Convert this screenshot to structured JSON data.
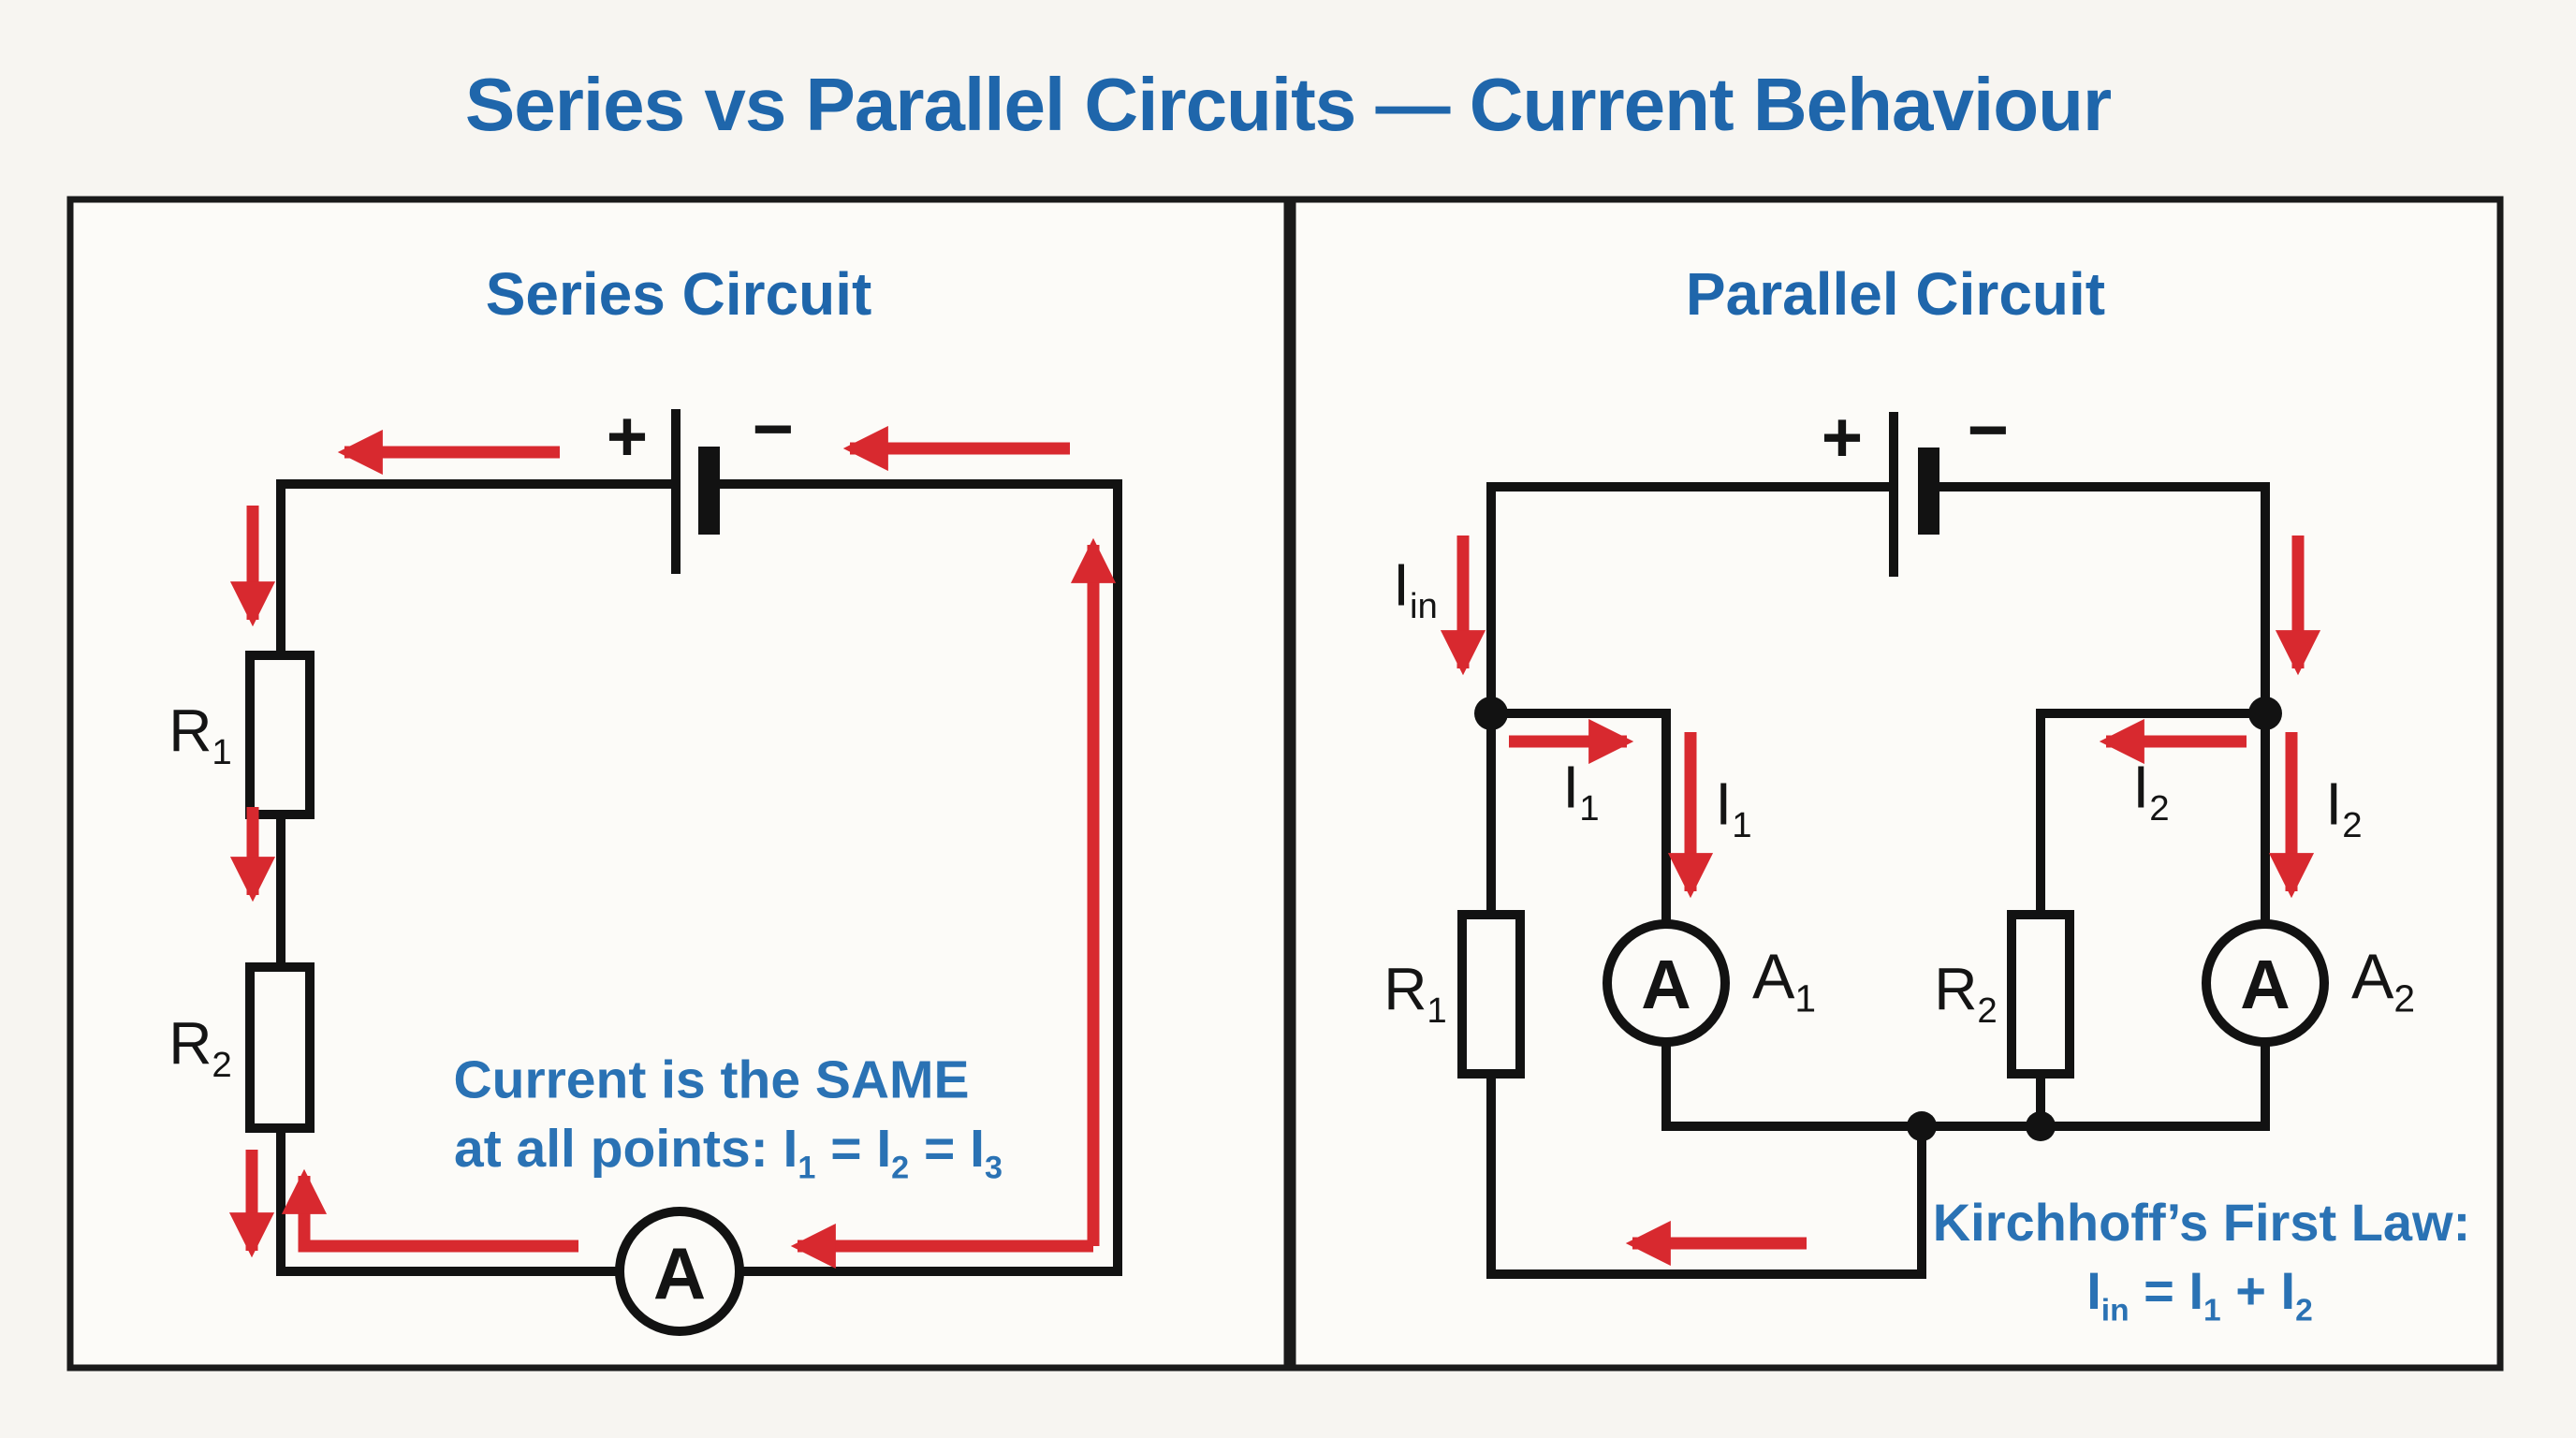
{
  "title": "Series vs Parallel Circuits — Current Behaviour",
  "colors": {
    "blue_heading": "#1f66ab",
    "blue_caption": "#2a72b4",
    "red_arrow": "#d8292f",
    "wire_black": "#121212",
    "border_black": "#1a1a1a",
    "paper": "#f7f5f1",
    "panel_fill": "#fcfbf8"
  },
  "series": {
    "heading": "Series Circuit",
    "battery_plus": "+",
    "battery_minus": "−",
    "r1": [
      {
        "t": "R"
      },
      {
        "s": "1"
      }
    ],
    "r2": [
      {
        "t": "R"
      },
      {
        "s": "2"
      }
    ],
    "ammeter_letter": "A",
    "caption_line1": "Current is the SAME",
    "caption_line2": [
      {
        "t": "at all points: I"
      },
      {
        "s": "1"
      },
      {
        "t": " = I"
      },
      {
        "s": "2"
      },
      {
        "t": " = I"
      },
      {
        "s": "3"
      }
    ]
  },
  "parallel": {
    "heading": "Parallel Circuit",
    "battery_plus": "+",
    "battery_minus": "−",
    "i_in": [
      {
        "t": "I"
      },
      {
        "s": "in"
      }
    ],
    "i1_flow": [
      {
        "t": "I"
      },
      {
        "s": "1"
      }
    ],
    "i1_branch": [
      {
        "t": "I"
      },
      {
        "s": "1"
      }
    ],
    "i2_flow": [
      {
        "t": "I"
      },
      {
        "s": "2"
      }
    ],
    "i2_branch": [
      {
        "t": "I"
      },
      {
        "s": "2"
      }
    ],
    "r1": [
      {
        "t": "R"
      },
      {
        "s": "1"
      }
    ],
    "r2": [
      {
        "t": "R"
      },
      {
        "s": "2"
      }
    ],
    "a1_letter": "A",
    "a2_letter": "A",
    "a1_label": [
      {
        "t": "A"
      },
      {
        "s": "1"
      }
    ],
    "a2_label": [
      {
        "t": "A"
      },
      {
        "s": "2"
      }
    ],
    "law_line1": "Kirchhoff’s First Law:",
    "law_line2": [
      {
        "t": "I"
      },
      {
        "s": "in"
      },
      {
        "t": " = I"
      },
      {
        "s": "1"
      },
      {
        "t": " + I"
      },
      {
        "s": "2"
      }
    ]
  }
}
